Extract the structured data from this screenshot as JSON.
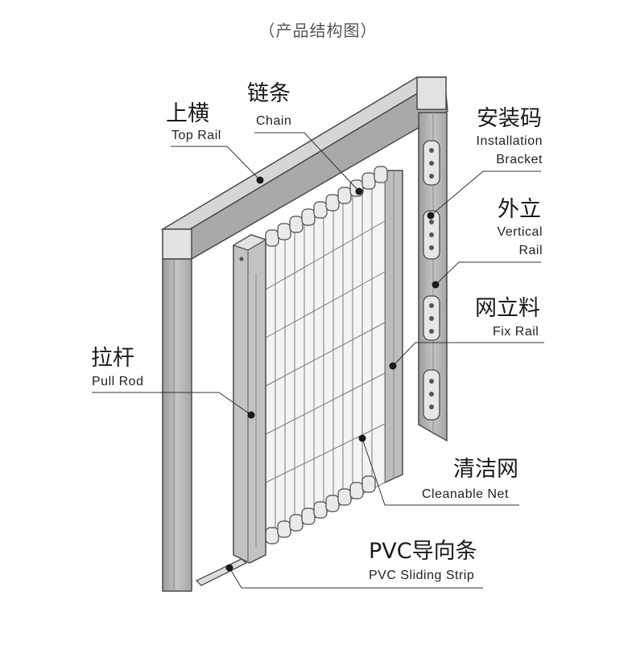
{
  "caption": "（产品结构图）",
  "colors": {
    "frame_fill": "#b0b0b0",
    "frame_light": "#d8d8d8",
    "frame_stroke": "#4a4a4a",
    "net_line": "#7a7a7a",
    "leader_line": "#333333",
    "dot": "#1a1a1a"
  },
  "labels": {
    "top_rail": {
      "zh": "上横",
      "en": "Top Rail"
    },
    "chain": {
      "zh": "链条",
      "en": "Chain"
    },
    "installation_bracket": {
      "zh": "安装码",
      "en_line1": "Installation",
      "en_line2": "Bracket"
    },
    "vertical_rail": {
      "zh": "外立",
      "en_line1": "Vertical",
      "en_line2": "Rail"
    },
    "fix_rail": {
      "zh": "网立料",
      "en": "Fix Rail"
    },
    "pull_rod": {
      "zh": "拉杆",
      "en": "Pull Rod"
    },
    "cleanable_net": {
      "zh": "清洁网",
      "en": "Cleanable Net"
    },
    "pvc_sliding_strip": {
      "zh": "PVC导向条",
      "en": "PVC Sliding Strip"
    }
  }
}
